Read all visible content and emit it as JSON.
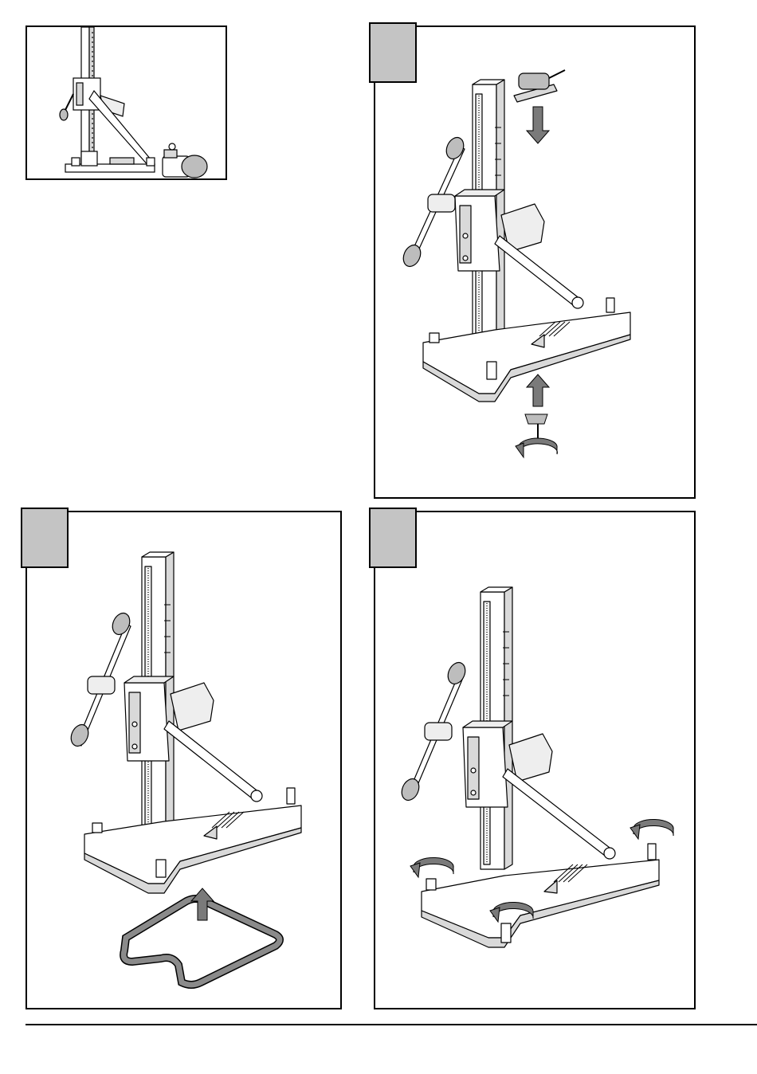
{
  "page": {
    "panels": [
      {
        "id": "overview",
        "caption": ""
      },
      {
        "id": "step-a",
        "caption": ""
      },
      {
        "id": "step-b",
        "caption": ""
      },
      {
        "id": "step-c",
        "caption": ""
      }
    ]
  },
  "colors": {
    "ink": "#000000",
    "tab_fill": "#c4c4c4",
    "metal_light": "#ffffff",
    "metal_shade": "#d9d9d9",
    "handle_grey": "#bdbdbd",
    "arrow_grey": "#7a7a7a",
    "gasket_grey": "#8a8a8a"
  },
  "icons": {
    "overview": "drill-stand-with-vacuum-pump-icon",
    "step_a": "drill-stand-vacuum-attachment-icon",
    "step_b": "drill-stand-seal-ring-icon",
    "step_c": "drill-stand-levelling-screws-icon",
    "arrow_down": "arrow-down-icon",
    "arrow_up": "arrow-up-icon",
    "rotate": "rotate-arrow-icon"
  }
}
